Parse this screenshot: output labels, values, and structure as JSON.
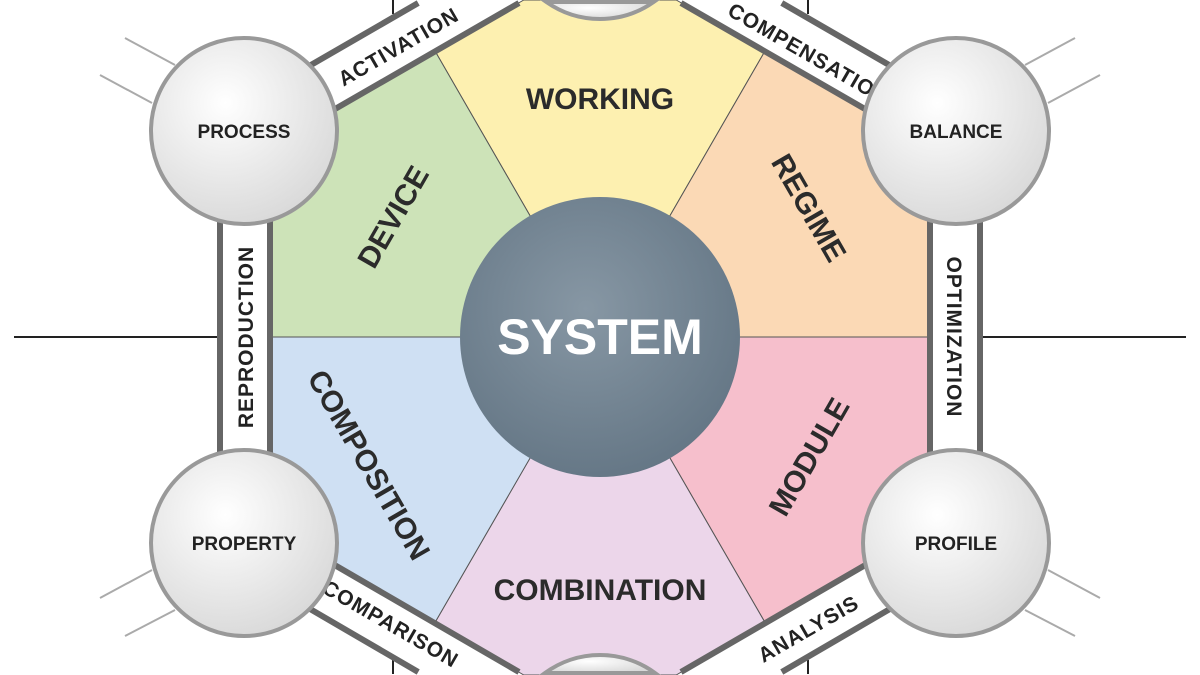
{
  "center": {
    "label": "SYSTEM",
    "color": "#6f8190"
  },
  "segments": [
    {
      "label": "WORKING",
      "color": "#fdf0b0"
    },
    {
      "label": "REGIME",
      "color": "#fbd9b5"
    },
    {
      "label": "MODULE",
      "color": "#f6bfcc"
    },
    {
      "label": "COMBINATION",
      "color": "#ecd6ea"
    },
    {
      "label": "COMPOSITION",
      "color": "#cfe0f3"
    },
    {
      "label": "DEVICE",
      "color": "#cde3b8"
    }
  ],
  "band_labels": {
    "top_left": "ACTIVATION",
    "top_right": "COMPENSATION",
    "right": "OPTIMIZATION",
    "bottom_right": "ANALYSIS",
    "bottom_left": "COMPARISON",
    "left": "REPRODUCTION"
  },
  "nodes": {
    "top_left": "PROCESS",
    "top_right": "BALANCE",
    "bottom_right": "PROFILE",
    "bottom_left": "PROPERTY"
  }
}
